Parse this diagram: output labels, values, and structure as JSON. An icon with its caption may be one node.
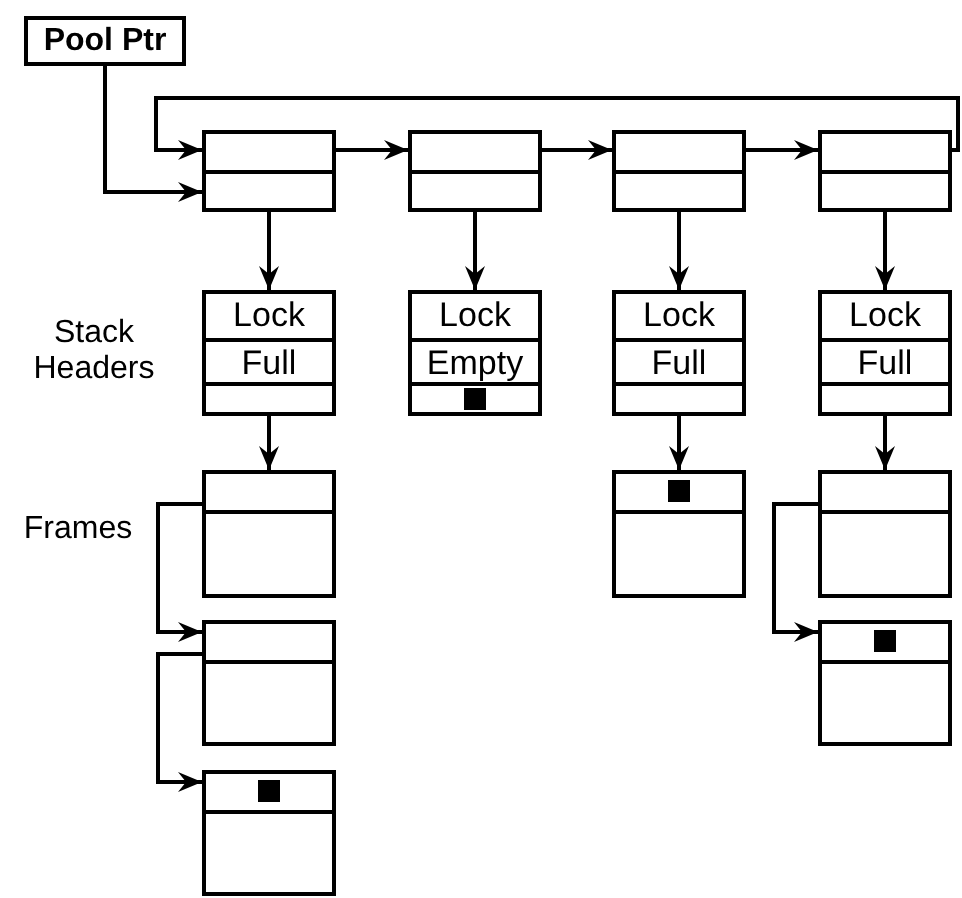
{
  "diagram": {
    "nodes": [
      {
        "text": [
          "Pool Ptr"
        ]
      },
      {
        "text": [],
        "shape": "box"
      },
      {
        "text": [],
        "shape": "box"
      },
      {
        "text": [],
        "shape": "box"
      },
      {
        "text": [],
        "shape": "box"
      },
      {
        "text": [
          "Lock",
          "Full"
        ]
      },
      {
        "text": [
          "Lock",
          "Empty"
        ]
      },
      {
        "text": [
          "Lock",
          "Full"
        ]
      },
      {
        "text": [
          "Lock",
          "Full"
        ]
      },
      {
        "text": [],
        "shape": "box"
      },
      {
        "text": [],
        "shape": "box"
      },
      {
        "text": [],
        "shape": "box"
      },
      {
        "text": [],
        "shape": "box"
      },
      {
        "text": [],
        "shape": "box"
      },
      {
        "text": [],
        "shape": "box"
      }
    ],
    "edges": [
      {
        "from": 0,
        "to": 1,
        "arrow": "to"
      },
      {
        "from": 1,
        "to": 2,
        "arrow": "to"
      },
      {
        "from": 2,
        "to": 3,
        "arrow": "to"
      },
      {
        "from": 3,
        "to": 4,
        "arrow": "to"
      },
      {
        "from": 4,
        "to": 1,
        "arrow": "to"
      },
      {
        "from": 1,
        "to": 5,
        "arrow": "to"
      },
      {
        "from": 2,
        "to": 6,
        "arrow": "to"
      },
      {
        "from": 3,
        "to": 7,
        "arrow": "to"
      },
      {
        "from": 4,
        "to": 8,
        "arrow": "to"
      },
      {
        "from": 5,
        "to": 9,
        "arrow": "to"
      },
      {
        "from": 9,
        "to": 10,
        "arrow": "to"
      },
      {
        "from": 10,
        "to": 11,
        "arrow": "to"
      },
      {
        "from": 7,
        "to": 12,
        "arrow": "to"
      },
      {
        "from": 8,
        "to": 13,
        "arrow": "to"
      },
      {
        "from": 13,
        "to": 14,
        "arrow": "to"
      }
    ],
    "labels": [
      "Stack Headers",
      "Frames"
    ]
  }
}
